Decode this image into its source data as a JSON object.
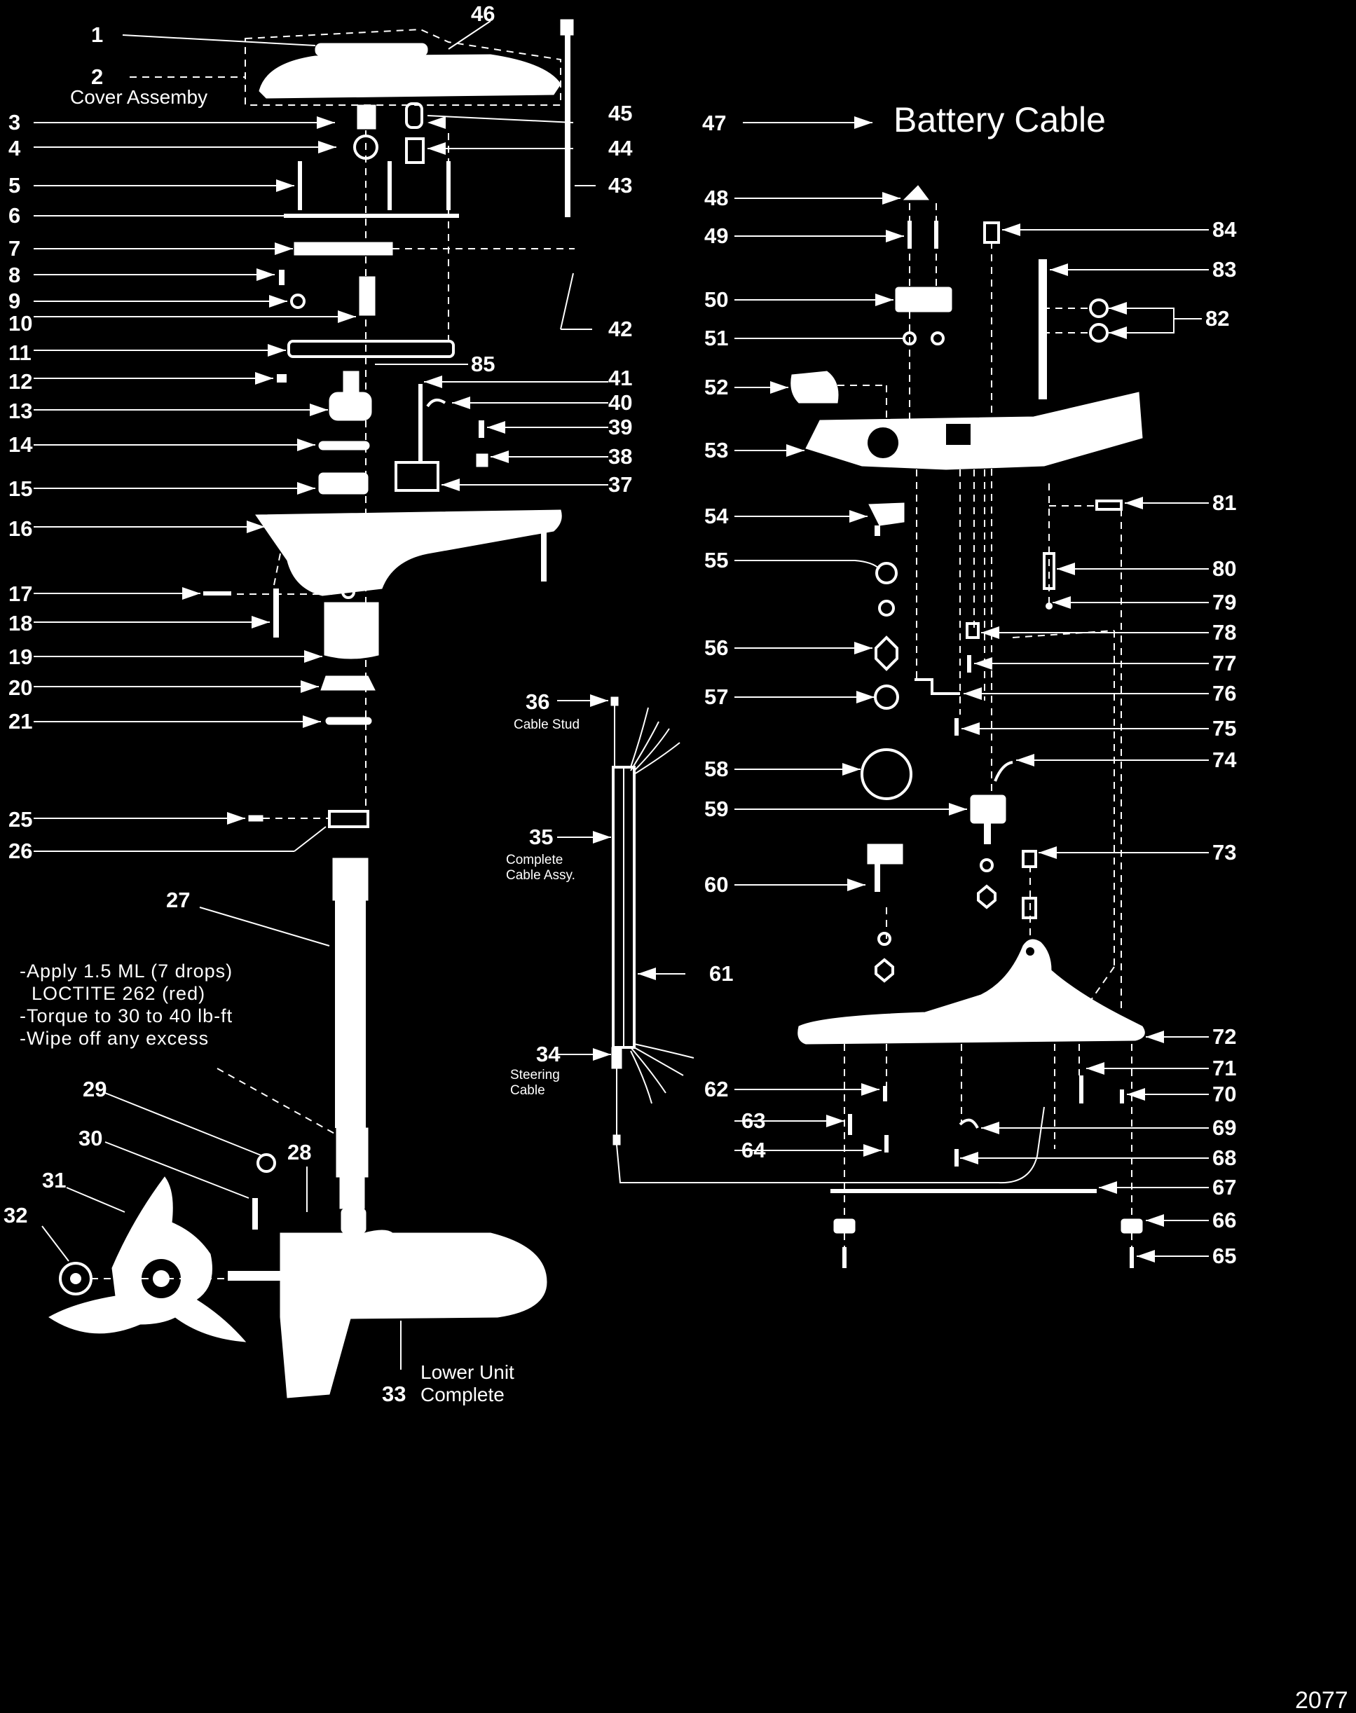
{
  "diagram": {
    "left_labels": [
      "1",
      "2",
      "3",
      "4",
      "5",
      "6",
      "7",
      "8",
      "9",
      "10",
      "11",
      "12",
      "13",
      "14",
      "15",
      "16",
      "17",
      "18",
      "19",
      "20",
      "21",
      "25",
      "26",
      "27",
      "29",
      "30",
      "31",
      "32",
      "28",
      "33"
    ],
    "right_labels": [
      "45",
      "44",
      "43",
      "42",
      "41",
      "40",
      "39",
      "38",
      "37",
      "85",
      "46"
    ],
    "middle_labels": [
      "36",
      "35",
      "34",
      "61"
    ],
    "battery_labels_left": [
      "47",
      "48",
      "49",
      "50",
      "51",
      "52",
      "53",
      "54",
      "55",
      "56",
      "57",
      "58",
      "59",
      "60",
      "62",
      "63",
      "64"
    ],
    "battery_labels_right": [
      "84",
      "83",
      "82",
      "81",
      "80",
      "79",
      "78",
      "77",
      "76",
      "75",
      "74",
      "73",
      "72",
      "71",
      "70",
      "69",
      "68",
      "67",
      "66",
      "65"
    ],
    "captions": {
      "cover_assembly": "Cover Assemby",
      "battery_cable": "Battery Cable",
      "cable_stud": "Cable Stud",
      "complete_cable_1": "Complete",
      "complete_cable_2": "Cable Assy.",
      "steering_cable_1": "Steering",
      "steering_cable_2": "Cable",
      "lower_unit_1": "Lower Unit",
      "lower_unit_2": "Complete"
    },
    "note_lines": [
      "-Apply 1.5 ML (7 drops)",
      "  LOCTITE 262 (red)",
      "-Torque to 30 to 40 lb-ft",
      "-Wipe off any excess"
    ],
    "page_number": "2077"
  },
  "colors": {
    "background": "#000000",
    "foreground": "#ffffff"
  }
}
